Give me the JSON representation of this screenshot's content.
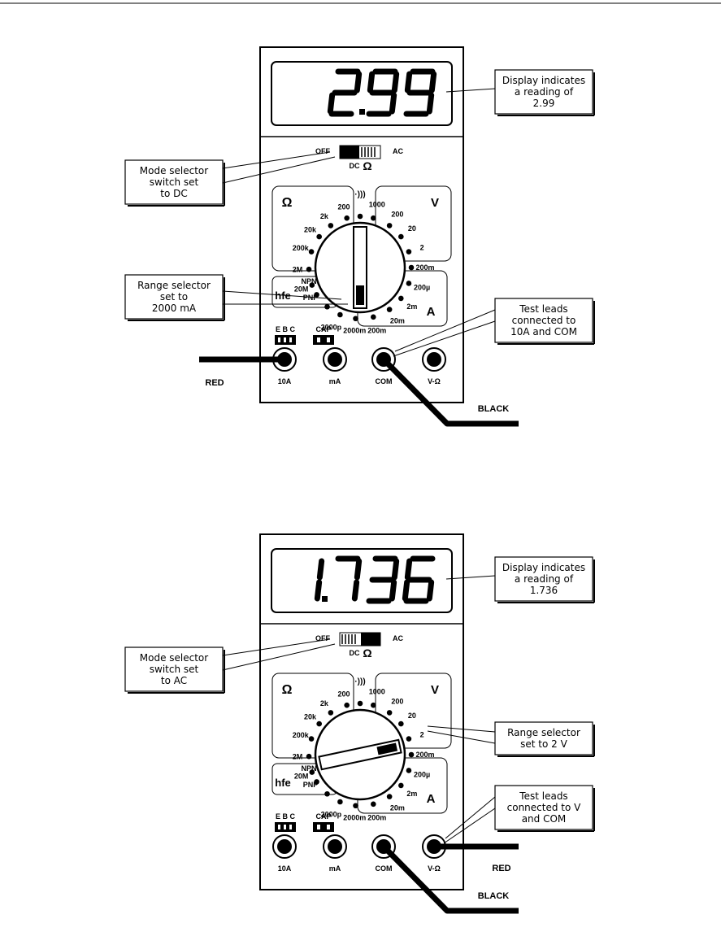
{
  "meters": [
    {
      "display_reading": "2.99",
      "display_digits": [
        {
          "ch": "2",
          "dp": true
        },
        {
          "ch": "9",
          "dp": false
        },
        {
          "ch": "9",
          "dp": false
        }
      ],
      "rotary_pointer_angle_deg": 90,
      "mode_switch": {
        "off_label": "OFF",
        "ac_label": "AC",
        "dc_label": "DC",
        "ohm_label": "Ω",
        "position": "DC"
      },
      "callouts": {
        "display": [
          "Display indicates",
          "a reading of",
          "2.99"
        ],
        "mode": [
          "Mode selector",
          "switch set",
          "to DC"
        ],
        "range": [
          "Range selector",
          "set to",
          "2000 mA"
        ],
        "leads": [
          "Test leads",
          "connected to",
          "10A and COM"
        ]
      },
      "lead_labels": {
        "red": "RED",
        "black": "BLACK"
      },
      "red_jack": "10A"
    },
    {
      "display_reading": "1.736",
      "display_digits": [
        {
          "ch": "1",
          "dp": true
        },
        {
          "ch": "7",
          "dp": false
        },
        {
          "ch": "3",
          "dp": false
        },
        {
          "ch": "6",
          "dp": false
        }
      ],
      "rotary_pointer_angle_deg": -12,
      "mode_switch": {
        "off_label": "OFF",
        "ac_label": "AC",
        "dc_label": "DC",
        "ohm_label": "Ω",
        "position": "AC"
      },
      "callouts": {
        "display": [
          "Display indicates",
          "a reading of",
          "1.736"
        ],
        "mode": [
          "Mode selector",
          "switch set",
          "to AC"
        ],
        "range": [
          "Range selector",
          "set to 2 V"
        ],
        "leads": [
          "Test leads",
          "connected to V",
          "and COM"
        ]
      },
      "lead_labels": {
        "red": "RED",
        "black": "BLACK"
      },
      "red_jack": "V-Ω"
    }
  ],
  "dial": {
    "ohm_symbol": "Ω",
    "volt_symbol": "V",
    "amp_symbol": "A",
    "continuity_symbol": "·)))",
    "hfe_label": "hfe",
    "npn_label": "NPN",
    "pnp_label": "PNP",
    "ebc_label": "E B C",
    "cap_label": "CAP",
    "ohm_ranges": [
      "200",
      "2k",
      "20k",
      "200k",
      "2M",
      "20M"
    ],
    "volt_ranges": [
      "1000",
      "200",
      "20",
      "2",
      "200m"
    ],
    "amp_ranges": [
      "200µ",
      "2m",
      "20m",
      "200m",
      "2000m"
    ],
    "cap_range": "2000p"
  },
  "jacks": [
    "10A",
    "mA",
    "COM",
    "V-Ω"
  ]
}
